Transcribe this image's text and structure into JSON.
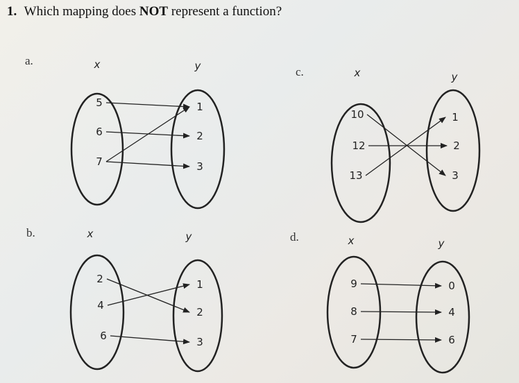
{
  "question": {
    "number": "1.",
    "text_before": "Which mapping does",
    "emphasis": "NOT",
    "text_after": "represent a function?"
  },
  "parts": [
    {
      "label": "a.",
      "domain_label": "x",
      "range_label": "y",
      "domain": [
        "5",
        "6",
        "7"
      ],
      "range": [
        "1",
        "2",
        "3"
      ],
      "arrows": [
        [
          "5",
          "1"
        ],
        [
          "6",
          "2"
        ],
        [
          "7",
          "1"
        ],
        [
          "7",
          "3"
        ]
      ]
    },
    {
      "label": "b.",
      "domain_label": "x",
      "range_label": "y",
      "domain": [
        "2",
        "4",
        "6"
      ],
      "range": [
        "1",
        "2",
        "3"
      ],
      "arrows": [
        [
          "2",
          "2"
        ],
        [
          "4",
          "1"
        ],
        [
          "6",
          "3"
        ]
      ]
    },
    {
      "label": "c.",
      "domain_label": "x",
      "range_label": "y",
      "domain": [
        "10",
        "12",
        "13"
      ],
      "range": [
        "1",
        "2",
        "3"
      ],
      "arrows": [
        [
          "10",
          "3"
        ],
        [
          "12",
          "2"
        ],
        [
          "13",
          "1"
        ]
      ]
    },
    {
      "label": "d.",
      "domain_label": "x",
      "range_label": "y",
      "domain": [
        "9",
        "8",
        "7"
      ],
      "range": [
        "0",
        "4",
        "6"
      ],
      "arrows": [
        [
          "9",
          "0"
        ],
        [
          "8",
          "4"
        ],
        [
          "7",
          "6"
        ]
      ]
    }
  ]
}
